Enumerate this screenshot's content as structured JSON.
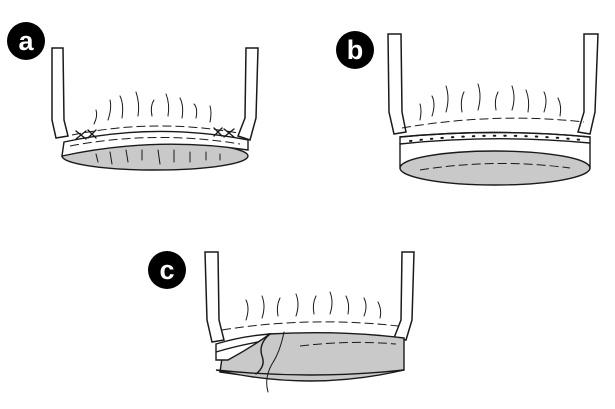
{
  "steps": [
    {
      "label": "a",
      "badge_color": "#000000"
    },
    {
      "label": "b",
      "badge_color": "#000000"
    },
    {
      "label": "c",
      "badge_color": "#000000"
    }
  ],
  "colors": {
    "fabric_inside": "#c9c9c9",
    "outline": "#1a1a1a",
    "background": "#ffffff"
  }
}
